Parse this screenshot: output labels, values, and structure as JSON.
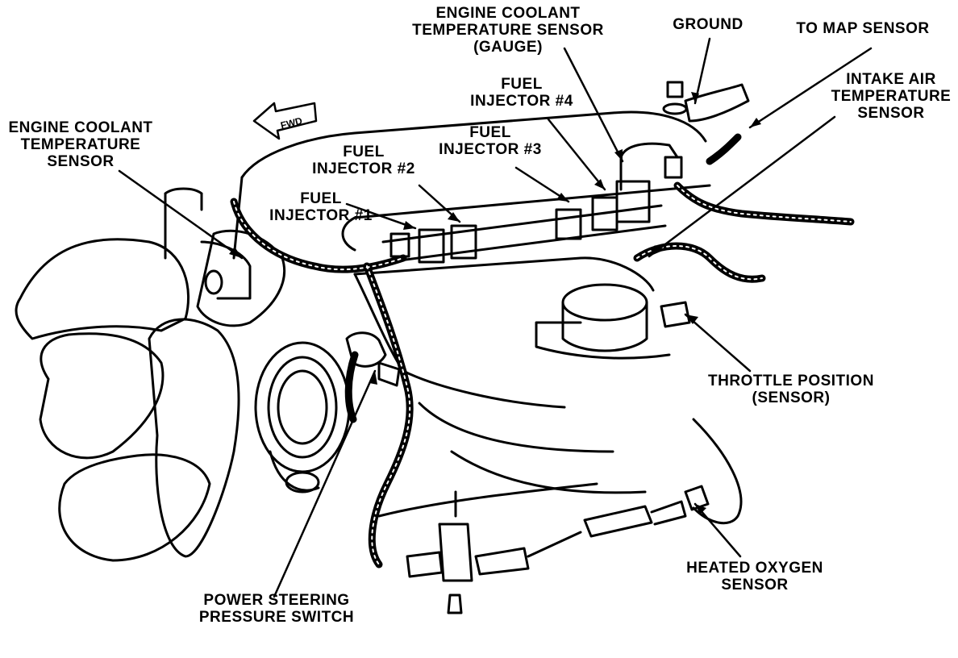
{
  "diagram": {
    "direction_tag": "FWD",
    "labels": {
      "ect_gauge": [
        "ENGINE COOLANT",
        "TEMPERATURE SENSOR",
        "(GAUGE)"
      ],
      "ground": [
        "GROUND"
      ],
      "map_sensor": [
        "TO MAP SENSOR"
      ],
      "intake_air": [
        "INTAKE AIR",
        "TEMPERATURE",
        "SENSOR"
      ],
      "fuel_injector_4": [
        "FUEL",
        "INJECTOR #4"
      ],
      "fuel_injector_3": [
        "FUEL",
        "INJECTOR #3"
      ],
      "fuel_injector_2": [
        "FUEL",
        "INJECTOR #2"
      ],
      "fuel_injector_1": [
        "FUEL",
        "INJECTOR #1"
      ],
      "ect_sensor": [
        "ENGINE COOLANT",
        "TEMPERATURE",
        "SENSOR"
      ],
      "throttle_position": [
        "THROTTLE POSITION",
        "(SENSOR)"
      ],
      "heated_oxygen": [
        "HEATED OXYGEN",
        "SENSOR"
      ],
      "power_steering": [
        "POWER STEERING",
        "PRESSURE SWITCH"
      ]
    }
  }
}
